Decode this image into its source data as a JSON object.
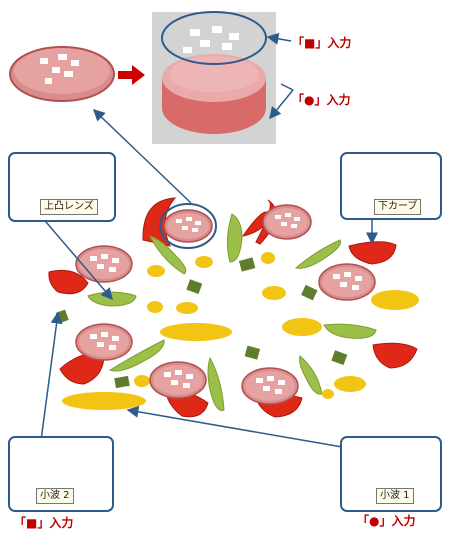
{
  "labels": {
    "square_input_top": "「■」入力",
    "circle_input_top": "「●」入力",
    "square_input_bottom": "「■」入力",
    "circle_input_bottom": "「●」入力"
  },
  "panels": {
    "top_left": {
      "tooltip": "上凸レンズ"
    },
    "top_right": {
      "tooltip": "下カーブ"
    },
    "bottom_left": {
      "tooltip": "小波 2"
    },
    "bottom_right": {
      "tooltip": "小波 1"
    }
  },
  "colors": {
    "salami": "#e8a0a0",
    "salami_edge": "#c05858",
    "tomato": "#e02818",
    "pepper": "#9cbf4a",
    "corn": "#f2c414",
    "olive": "#5f7d2c",
    "arrow": "#2e5c8a",
    "red_arrow": "#cc0000"
  }
}
